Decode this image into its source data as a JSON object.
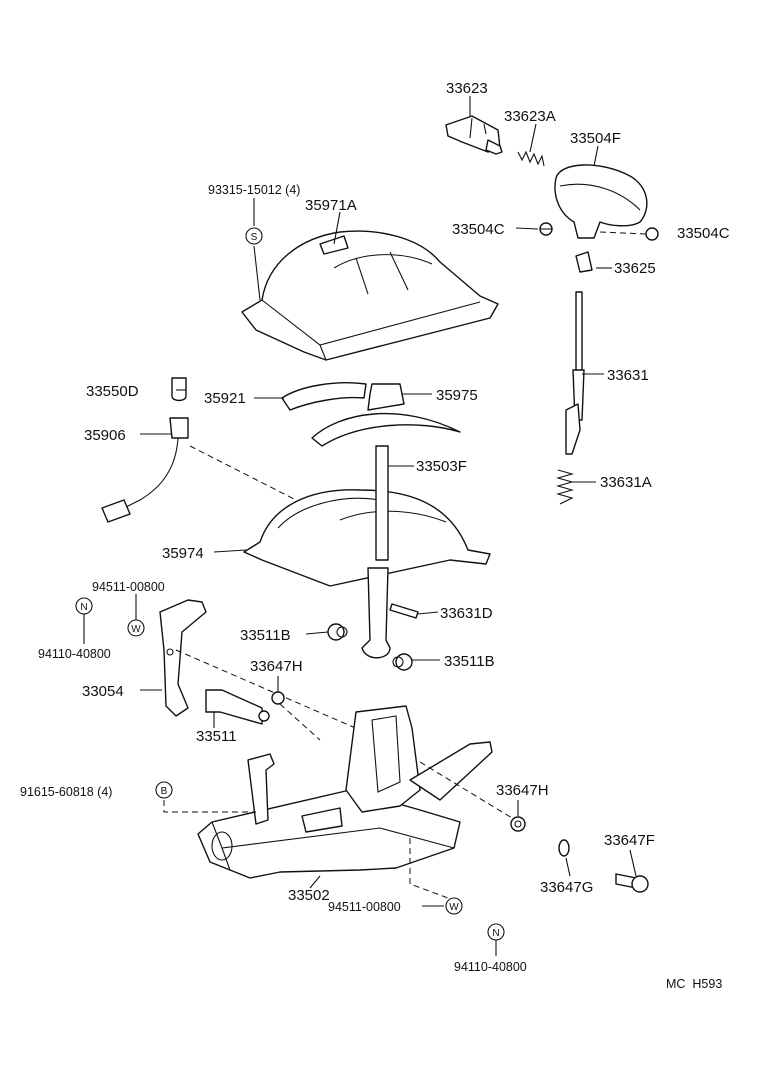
{
  "labels": {
    "p33623": "33623",
    "p33623A": "33623A",
    "p33504F": "33504F",
    "p93315": "93315-15012 (4)",
    "p35971A": "35971A",
    "p33504C_left": "33504C",
    "p33504C_right": "33504C",
    "p33625": "33625",
    "p33550D": "33550D",
    "p35921": "35921",
    "p35975": "35975",
    "p33631": "33631",
    "p35906": "35906",
    "p33503F": "33503F",
    "p33631A": "33631A",
    "p35974": "35974",
    "p94511_top": "94511-00800",
    "p94110_top": "94110-40800",
    "p33631D": "33631D",
    "p33511B_left": "33511B",
    "p33511B_right": "33511B",
    "p33647H_top": "33647H",
    "p33054": "33054",
    "p33511": "33511",
    "p91615": "91615-60818 (4)",
    "p33647H_right": "33647H",
    "p33647F": "33647F",
    "p33647G": "33647G",
    "p33502": "33502",
    "p94511_bottom": "94511-00800",
    "p94110_bottom": "94110-40800",
    "code": "MC  H593"
  },
  "symbols": {
    "s": "S",
    "n": "N",
    "w": "W",
    "b": "B"
  }
}
